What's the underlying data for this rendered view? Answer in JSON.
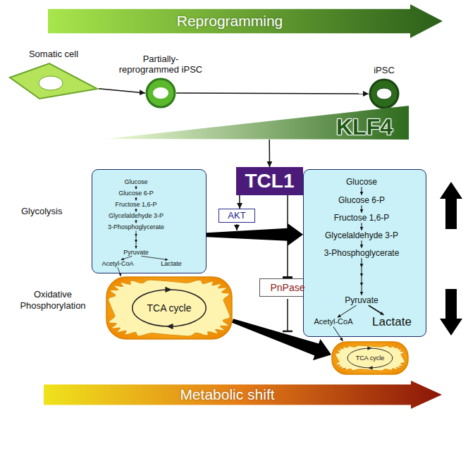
{
  "diagram": {
    "nodes": [
      {
        "text": [
          "Reprogramming"
        ]
      },
      {
        "text": [
          "Somatic cell"
        ]
      },
      {
        "text": [
          "Partially-reprogrammed iPSC"
        ]
      },
      {
        "text": [
          "iPSC"
        ]
      },
      {
        "text": [
          "KLF4"
        ]
      },
      {
        "text": [
          "TCL1"
        ]
      },
      {
        "text": [
          "AKT"
        ]
      },
      {
        "text": []
      },
      {
        "text": [
          "Glucose"
        ],
        "in": 7
      },
      {
        "text": [
          "Glucose 6-P"
        ],
        "in": 7
      },
      {
        "text": [
          "Fructose 1,6-P"
        ],
        "in": 7
      },
      {
        "text": [
          "Glycelaldehyde 3-P"
        ],
        "in": 7
      },
      {
        "text": [
          "3-Phosphoglycerate"
        ],
        "in": 7
      },
      {
        "text": [
          "Pyruvate"
        ],
        "in": 7
      },
      {
        "text": [
          "Acetyl-CoA"
        ],
        "in": 7
      },
      {
        "text": [
          "Lactate"
        ],
        "in": 7
      },
      {
        "text": [
          "TCA cycle"
        ]
      },
      {
        "text": [
          "PnPase"
        ]
      },
      {
        "text": []
      },
      {
        "text": [
          "Glucose"
        ],
        "in": 18
      },
      {
        "text": [
          "Glucose 6-P"
        ],
        "in": 18
      },
      {
        "text": [
          "Fructose 1,6-P"
        ],
        "in": 18
      },
      {
        "text": [
          "Glycelaldehyde 3-P"
        ],
        "in": 18
      },
      {
        "text": [
          "3-Phosphoglycerate"
        ],
        "in": 18
      },
      {
        "text": [
          "Pyruvate"
        ],
        "in": 18
      },
      {
        "text": [
          "Acetyl-CoA"
        ],
        "in": 18
      },
      {
        "text": [
          "Lactate"
        ],
        "in": 18
      },
      {
        "text": [
          "TCA cycle"
        ]
      },
      {
        "text": [
          "Metabolic shift"
        ]
      }
    ],
    "edges": [
      {
        "from": 1,
        "to": 2,
        "arrow": "to"
      },
      {
        "from": 2,
        "to": 3,
        "arrow": "to"
      },
      {
        "from": 4,
        "to": 5,
        "arrow": "to"
      },
      {
        "from": 5,
        "to": 6,
        "arrow": "to"
      },
      {
        "from": 5,
        "to": 17,
        "arrow": "to"
      },
      {
        "from": 7,
        "to": 18,
        "arrow": "to"
      },
      {
        "from": 16,
        "to": 27,
        "arrow": "to"
      },
      {
        "from": 8,
        "to": 9,
        "arrow": "to"
      },
      {
        "from": 9,
        "to": 10,
        "arrow": "to"
      },
      {
        "from": 10,
        "to": 11,
        "arrow": "to"
      },
      {
        "from": 11,
        "to": 12,
        "arrow": "to"
      },
      {
        "from": 12,
        "to": 13,
        "arrow": "to"
      },
      {
        "from": 13,
        "to": 14,
        "arrow": "to"
      },
      {
        "from": 13,
        "to": 15,
        "arrow": "to"
      },
      {
        "from": 14,
        "to": 16,
        "arrow": "to"
      },
      {
        "from": 19,
        "to": 20,
        "arrow": "to"
      },
      {
        "from": 20,
        "to": 21,
        "arrow": "to"
      },
      {
        "from": 21,
        "to": 22,
        "arrow": "to"
      },
      {
        "from": 22,
        "to": 23,
        "arrow": "to"
      },
      {
        "from": 23,
        "to": 24,
        "arrow": "to"
      },
      {
        "from": 24,
        "to": 25,
        "arrow": "to"
      },
      {
        "from": 24,
        "to": 26,
        "arrow": "to"
      },
      {
        "from": 25,
        "to": 27,
        "arrow": "to"
      }
    ],
    "labels": [
      "Glycolysis",
      "Oxidative Phosphorylation"
    ]
  }
}
